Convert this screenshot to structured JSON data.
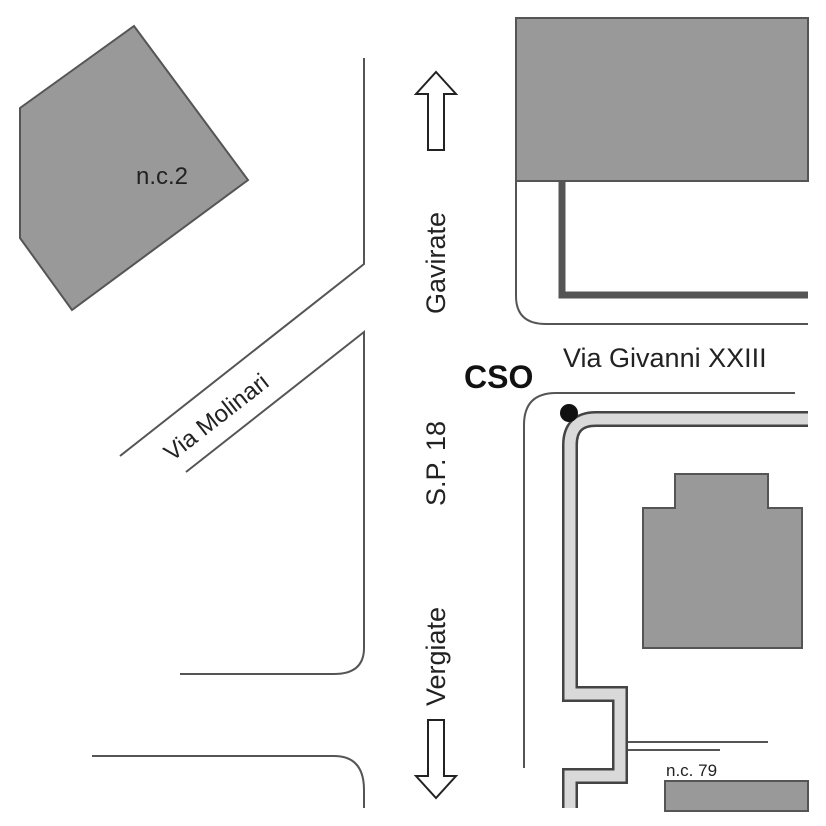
{
  "map": {
    "colors": {
      "building_fill": "#999999",
      "building_stroke": "#555555",
      "road_line": "#555555",
      "path_fill": "#d9d9d9",
      "marker": "#111111"
    },
    "labels": {
      "building_nc2": "n.c.2",
      "building_nc79": "n.c. 79",
      "street_molinari": "Via Molinari",
      "street_giovanni": "Via Givanni XXIII",
      "road_sp18": "S.P. 18",
      "direction_north": "Gavirate",
      "direction_south": "Vergiate",
      "location_marker": "CSO"
    },
    "icons": {
      "north_arrow": "arrow-up-icon",
      "south_arrow": "arrow-down-icon",
      "marker": "location-dot-icon"
    }
  }
}
